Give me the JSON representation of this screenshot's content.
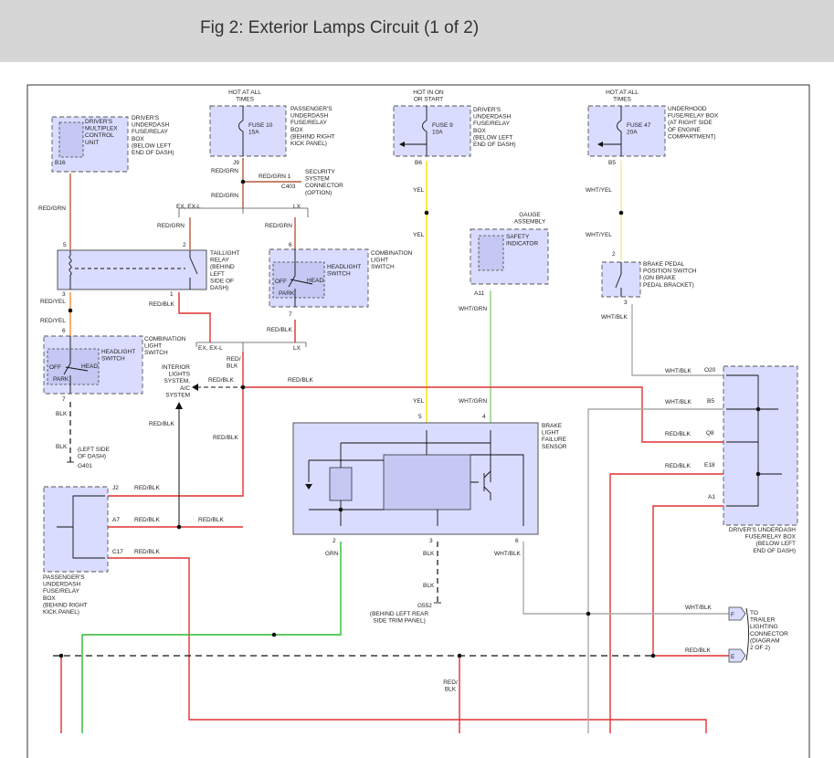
{
  "header": {
    "title": "Fig 2: Exterior Lamps Circuit (1 of 2)"
  },
  "colors": {
    "red": "#e03131",
    "orange": "#f08c3c",
    "yellow": "#f5e623",
    "green": "#2fb830",
    "light_green": "#8fd17a",
    "gray": "#aaaaaa",
    "brown": "#b35a3c",
    "black": "#111111",
    "component_fill": "#d9dcff"
  },
  "labels": [
    {
      "id": "hot-all-times-1",
      "lines": [
        "HOT AT ALL",
        "TIMES"
      ],
      "anchor": "middle"
    },
    {
      "id": "hot-in-on",
      "lines": [
        "HOT IN ON",
        "OR START"
      ],
      "anchor": "middle"
    },
    {
      "id": "hot-all-times-2",
      "lines": [
        "HOT AT ALL",
        "TIMES"
      ],
      "anchor": "middle"
    },
    {
      "id": "driver-multiplex-unit",
      "lines": [
        "DRIVER'S",
        "MULTIPLEX",
        "CONTROL",
        "UNIT"
      ]
    },
    {
      "id": "driver-fuse-box-1",
      "lines": [
        "DRIVER'S",
        "UNDERDASH",
        "FUSE/RELAY",
        "BOX",
        "(BELOW LEFT",
        "END OF DASH)"
      ]
    },
    {
      "id": "fuse-10",
      "lines": [
        "FUSE 10",
        "15A"
      ]
    },
    {
      "id": "passenger-fuse-box-1",
      "lines": [
        "PASSENGER'S",
        "UNDERDASH",
        "FUSE/RELAY",
        "BOX",
        "(BEHIND RIGHT",
        "KICK PANEL)"
      ]
    },
    {
      "id": "fuse-9",
      "lines": [
        "FUSE 9",
        "10A"
      ]
    },
    {
      "id": "driver-fuse-box-2",
      "lines": [
        "DRIVER'S",
        "UNDERDASH",
        "FUSE/RELAY",
        "BOX",
        "(BELOW LEFT",
        "END OF DASH)"
      ]
    },
    {
      "id": "fuse-47",
      "lines": [
        "FUSE 47",
        "20A"
      ]
    },
    {
      "id": "underhood-box",
      "lines": [
        "UNDERHOOD",
        "FUSE/RELAY BOX",
        "(AT RIGHT SIDE",
        "OF ENGINE",
        "COMPARTMENT)"
      ]
    },
    {
      "id": "pin-b16",
      "lines": [
        "B16"
      ]
    },
    {
      "id": "pin-j9",
      "lines": [
        "J9"
      ]
    },
    {
      "id": "pin-b6",
      "lines": [
        "B6"
      ]
    },
    {
      "id": "pin-b5-top",
      "lines": [
        "B5"
      ]
    },
    {
      "id": "wire-red-grn-1",
      "lines": [
        "RED/GRN"
      ]
    },
    {
      "id": "wire-red-grn-2",
      "lines": [
        "RED/GRN 1"
      ]
    },
    {
      "id": "conn-c403",
      "lines": [
        "C403"
      ]
    },
    {
      "id": "security-conn",
      "lines": [
        "SECURITY",
        "SYSTEM",
        "CONNECTOR",
        "(OPTION)"
      ]
    },
    {
      "id": "wire-red-grn-3",
      "lines": [
        "RED/GRN"
      ]
    },
    {
      "id": "wire-red-grn-left",
      "lines": [
        "RED/GRN"
      ]
    },
    {
      "id": "ex-exl-top",
      "lines": [
        "EX, EX-L"
      ]
    },
    {
      "id": "lx-top",
      "lines": [
        "LX"
      ]
    },
    {
      "id": "wire-red-grn-4",
      "lines": [
        "RED/GRN"
      ]
    },
    {
      "id": "wire-red-grn-5",
      "lines": [
        "RED/GRN"
      ]
    },
    {
      "id": "wire-yel-1",
      "lines": [
        "YEL"
      ]
    },
    {
      "id": "wire-wht-yel-1",
      "lines": [
        "WHT/YEL"
      ]
    },
    {
      "id": "gauge-assembly",
      "lines": [
        "GAUGE",
        "ASSEMBLY"
      ],
      "anchor": "middle"
    },
    {
      "id": "safety-indicator",
      "lines": [
        "SAFETY",
        "INDICATOR"
      ]
    },
    {
      "id": "wire-yel-2",
      "lines": [
        "YEL"
      ]
    },
    {
      "id": "wire-wht-yel-2",
      "lines": [
        "WHT/YEL"
      ]
    },
    {
      "id": "pin-5-relay",
      "lines": [
        "5"
      ]
    },
    {
      "id": "pin-2-relay",
      "lines": [
        "2"
      ]
    },
    {
      "id": "taillight-relay",
      "lines": [
        "TAILLIGHT",
        "RELAY",
        "(BEHIND",
        "LEFT",
        "SIDE OF",
        "DASH)"
      ]
    },
    {
      "id": "pin-6-comb",
      "lines": [
        "6"
      ]
    },
    {
      "id": "comb-switch-1",
      "lines": [
        "COMBINATION",
        "LIGHT",
        "SWITCH"
      ]
    },
    {
      "id": "headlight-switch-1",
      "lines": [
        "HEADLIGHT",
        "SWITCH"
      ]
    },
    {
      "id": "off-1",
      "lines": [
        "OFF"
      ]
    },
    {
      "id": "head-1",
      "lines": [
        "HEAD"
      ]
    },
    {
      "id": "park-1",
      "lines": [
        "PARK"
      ]
    },
    {
      "id": "pin-2-brake-sw",
      "lines": [
        "2"
      ]
    },
    {
      "id": "brake-pedal-switch",
      "lines": [
        "BRAKE PEDAL",
        "POSITION SWITCH",
        "(ON BRAKE",
        "PEDAL BRACKET)"
      ]
    },
    {
      "id": "pin-3-brake-sw",
      "lines": [
        "3"
      ]
    },
    {
      "id": "pin-a11",
      "lines": [
        "A11"
      ]
    },
    {
      "id": "wire-red-yel-1",
      "lines": [
        "RED/YEL"
      ]
    },
    {
      "id": "pin-3-relay",
      "lines": [
        "3"
      ]
    },
    {
      "id": "pin-1-relay",
      "lines": [
        "1"
      ]
    },
    {
      "id": "wire-red-blk-1",
      "lines": [
        "RED/BLK"
      ]
    },
    {
      "id": "wire-wht-grn-1",
      "lines": [
        "WHT/GRN"
      ]
    },
    {
      "id": "wire-wht-blk-1",
      "lines": [
        "WHT/BLK"
      ]
    },
    {
      "id": "wire-red-yel-2",
      "lines": [
        "RED/YEL"
      ]
    },
    {
      "id": "pin-7-comb1",
      "lines": [
        "7"
      ]
    },
    {
      "id": "wire-red-blk-2",
      "lines": [
        "RED/BLK"
      ]
    },
    {
      "id": "pin-6-comb2",
      "lines": [
        "6"
      ]
    },
    {
      "id": "comb-switch-2",
      "lines": [
        "COMBINATION",
        "LIGHT",
        "SWITCH"
      ]
    },
    {
      "id": "headlight-switch-2",
      "lines": [
        "HEADLIGHT",
        "SWITCH"
      ]
    },
    {
      "id": "off-2",
      "lines": [
        "OFF"
      ]
    },
    {
      "id": "head-2",
      "lines": [
        "HEAD"
      ]
    },
    {
      "id": "park-2",
      "lines": [
        "PARK"
      ]
    },
    {
      "id": "ex-exl-bottom",
      "lines": [
        "EX, EX-L"
      ]
    },
    {
      "id": "lx-bottom",
      "lines": [
        "LX"
      ]
    },
    {
      "id": "wire-red-blk-3",
      "lines": [
        "RED/",
        "BLK"
      ]
    },
    {
      "id": "interior-lights",
      "lines": [
        "INTERIOR",
        "LIGHTS",
        "SYSTEM,",
        "A/C",
        "SYSTEM"
      ],
      "anchor": "end"
    },
    {
      "id": "wire-red-blk-4",
      "lines": [
        "RED/BLK"
      ]
    },
    {
      "id": "wire-red-blk-5",
      "lines": [
        "RED/BLK"
      ]
    },
    {
      "id": "wire-wht-blk-2",
      "lines": [
        "WHT/BLK"
      ]
    },
    {
      "id": "pin-o20",
      "lines": [
        "O20"
      ]
    },
    {
      "id": "pin-7-comb2",
      "lines": [
        "7"
      ]
    },
    {
      "id": "wire-yel-3",
      "lines": [
        "YEL"
      ]
    },
    {
      "id": "wire-wht-grn-2",
      "lines": [
        "WHT/GRN"
      ]
    },
    {
      "id": "wire-wht-blk-3",
      "lines": [
        "WHT/BLK"
      ]
    },
    {
      "id": "pin-b5-right",
      "lines": [
        "B5"
      ]
    },
    {
      "id": "wire-blk-1",
      "lines": [
        "BLK"
      ]
    },
    {
      "id": "wire-red-blk-6",
      "lines": [
        "RED/BLK"
      ]
    },
    {
      "id": "pin-5-sensor",
      "lines": [
        "5"
      ]
    },
    {
      "id": "pin-4-sensor",
      "lines": [
        "4"
      ]
    },
    {
      "id": "brake-light-sensor",
      "lines": [
        "BRAKE",
        "LIGHT",
        "FAILURE",
        "SENSOR"
      ]
    },
    {
      "id": "wire-red-blk-7",
      "lines": [
        "RED/BLK"
      ]
    },
    {
      "id": "pin-q8",
      "lines": [
        "Q8"
      ]
    },
    {
      "id": "wire-blk-2",
      "lines": [
        "BLK"
      ]
    },
    {
      "id": "left-side-dash",
      "lines": [
        "(LEFT SIDE",
        "OF DASH)"
      ]
    },
    {
      "id": "ground-g401",
      "lines": [
        "G401"
      ]
    },
    {
      "id": "wire-red-blk-8",
      "lines": [
        "RED/BLK"
      ]
    },
    {
      "id": "pin-e18",
      "lines": [
        "E18"
      ]
    },
    {
      "id": "pin-j2",
      "lines": [
        "J2"
      ]
    },
    {
      "id": "wire-red-blk-9",
      "lines": [
        "RED/BLK"
      ]
    },
    {
      "id": "wire-red-blk-10",
      "lines": [
        "RED/BLK"
      ]
    },
    {
      "id": "pin-a1",
      "lines": [
        "A1"
      ]
    },
    {
      "id": "pin-a7",
      "lines": [
        "A7"
      ]
    },
    {
      "id": "wire-red-blk-11",
      "lines": [
        "RED/BLK"
      ]
    },
    {
      "id": "wire-red-blk-12",
      "lines": [
        "RED/BLK"
      ]
    },
    {
      "id": "driver-fuse-box-3",
      "lines": [
        "DRIVER'S UNDERDASH",
        "FUSE/RELAY BOX",
        "(BELOW LEFT",
        "END OF DASH)"
      ],
      "anchor": "end"
    },
    {
      "id": "pin-2-sensor",
      "lines": [
        "2"
      ]
    },
    {
      "id": "pin-3-sensor",
      "lines": [
        "3"
      ]
    },
    {
      "id": "pin-6-sensor",
      "lines": [
        "6"
      ]
    },
    {
      "id": "wire-grn",
      "lines": [
        "GRN"
      ]
    },
    {
      "id": "wire-blk-3",
      "lines": [
        "BLK"
      ]
    },
    {
      "id": "wire-wht-blk-4",
      "lines": [
        "WHT/BLK"
      ]
    },
    {
      "id": "pin-c17",
      "lines": [
        "C17"
      ]
    },
    {
      "id": "wire-red-blk-13",
      "lines": [
        "RED/BLK"
      ]
    },
    {
      "id": "passenger-fuse-box-2",
      "lines": [
        "PASSENGER'S",
        "UNDERDASH",
        "FUSE/RELAY",
        "BOX",
        "(BEHIND RIGHT",
        "KICK PANEL)"
      ]
    },
    {
      "id": "wire-blk-4",
      "lines": [
        "BLK"
      ]
    },
    {
      "id": "ground-g552",
      "lines": [
        "G552"
      ]
    },
    {
      "id": "behind-trim",
      "lines": [
        "(BEHIND LEFT REAR",
        "SIDE TRIM PANEL)"
      ],
      "anchor": "middle"
    },
    {
      "id": "wire-wht-blk-5",
      "lines": [
        "WHT/BLK"
      ]
    },
    {
      "id": "conn-f",
      "lines": [
        "F"
      ]
    },
    {
      "id": "trailer-conn",
      "lines": [
        "TO",
        "TRAILER",
        "LIGHTING",
        "CONNECTOR",
        "(DIAGRAM",
        "2 OF 2)"
      ]
    },
    {
      "id": "wire-red-blk-14",
      "lines": [
        "RED/BLK"
      ]
    },
    {
      "id": "conn-e",
      "lines": [
        "E"
      ]
    },
    {
      "id": "wire-red-blk-15",
      "lines": [
        "RED/",
        "BLK"
      ],
      "anchor": "middle"
    }
  ]
}
